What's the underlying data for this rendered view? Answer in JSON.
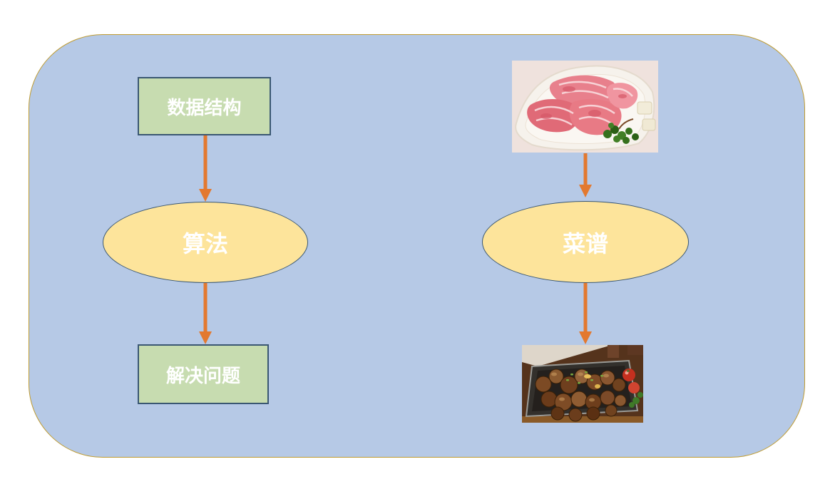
{
  "panel": {
    "fill": "#b6c9e6",
    "border": "#bf9b30"
  },
  "left_flow": {
    "top_box": "数据结构",
    "ellipse": "算法",
    "bottom_box": "解决问题"
  },
  "right_flow": {
    "top_image": "raw-marbled-beef-photo",
    "ellipse": "菜谱",
    "bottom_image": "cooked-meat-dish-photo"
  },
  "colors": {
    "box_fill": "#c7dcb0",
    "box_border": "#3a5772",
    "ellipse_fill": "#fde49b",
    "ellipse_border": "#3a5772",
    "arrow": "#e3792f",
    "text": "#ffffff"
  }
}
